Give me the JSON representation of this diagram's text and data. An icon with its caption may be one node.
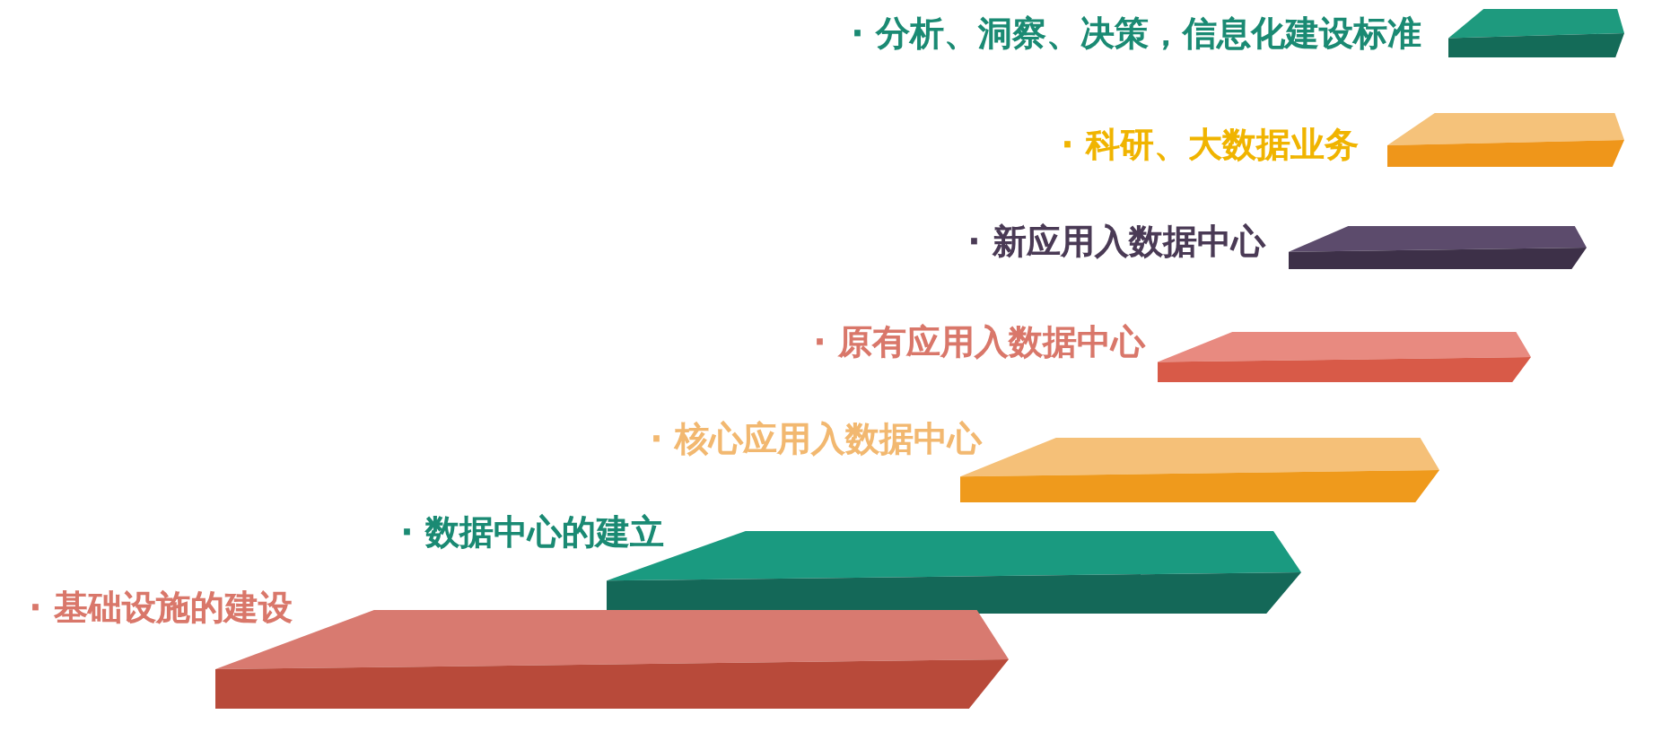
{
  "diagram": {
    "nodes": [
      {
        "text": [
          "· 分析、洞察、决策，信息化建设标准"
        ]
      },
      {
        "text": [
          "· 科研、大数据业务"
        ]
      },
      {
        "text": [
          "· 新应用入数据中心"
        ]
      },
      {
        "text": [
          "· 原有应用入数据中心"
        ]
      },
      {
        "text": [
          "· 核心应用入数据中心"
        ]
      },
      {
        "text": [
          "· 数据中心的建立"
        ]
      },
      {
        "text": [
          "· 基础设施的建设"
        ]
      }
    ]
  }
}
